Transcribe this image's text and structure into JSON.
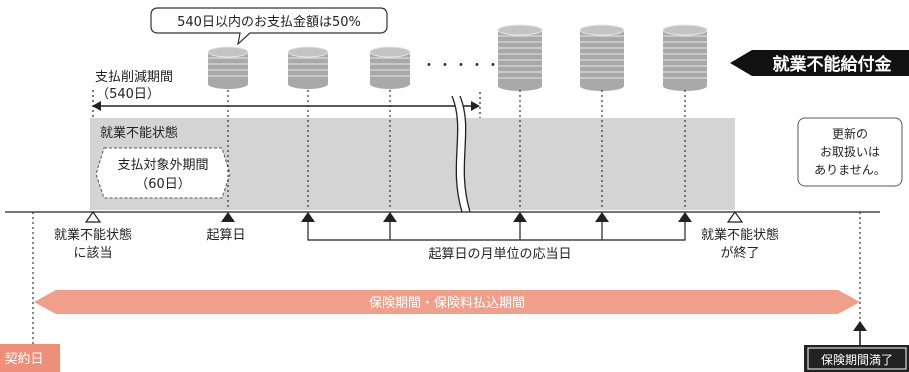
{
  "labels": {
    "callout": "540日以内のお支払金額は50%",
    "reduction_period_line1": "支払削減期間",
    "reduction_period_line2": "（540日）",
    "dots": "・・・・・",
    "benefit_badge": "就業不能給付金",
    "disability_state": "就業不能状態",
    "exempt_period_line1": "支払対象外期間",
    "exempt_period_line2": "（60日）",
    "no_renewal_line1": "更新の",
    "no_renewal_line2": "お取扱いは",
    "no_renewal_line3": "ありません。",
    "onset_line1": "就業不能状態",
    "onset_line2": "に該当",
    "start_day": "起算日",
    "monthly_anniversary": "起算日の月単位の応当日",
    "end_line1": "就業不能状態",
    "end_line2": "が終了",
    "coverage_period": "保険期間・保険料払込期間",
    "contract_day": "契約日",
    "maturity": "保険期間満了"
  },
  "colors": {
    "state_box": "#d4d4d4",
    "coverage_arrow": "#f0a08a",
    "contract_tag": "#ee8f7a",
    "maturity_tag": "#222222",
    "coin": "#a9a9a9"
  }
}
